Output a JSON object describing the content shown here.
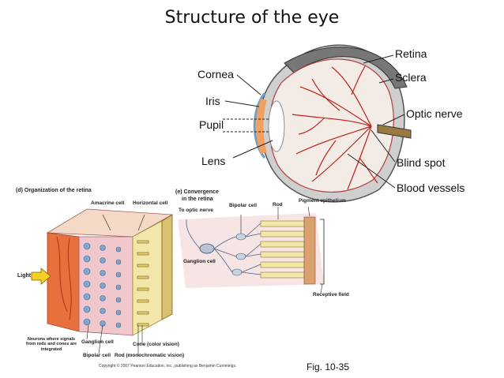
{
  "title": "Structure of the eye",
  "eye_diagram": {
    "labels": {
      "cornea": "Cornea",
      "iris": "Iris",
      "pupil": "Pupil",
      "lens": "Lens",
      "retina": "Retina",
      "sclera": "Sclera",
      "optic_nerve": "Optic nerve",
      "blind_spot": "Blind spot",
      "blood_vessels": "Blood vessels"
    }
  },
  "retina_panel": {
    "title": "(d) Organization of the retina",
    "labels": {
      "amacrine": "Amacrine cell",
      "horizontal": "Horizontal cell",
      "light": "Light",
      "neurons_note": "Neurons where signals from rods and cones are integrated",
      "ganglion": "Ganglion cell",
      "bipolar": "Bipolar cell",
      "cone": "Cone (color vision)",
      "rod": "Rod (monochromatic vision)"
    }
  },
  "convergence_panel": {
    "title_line1": "(e) Convergence",
    "title_line2": "in the retina",
    "labels": {
      "to_optic": "To optic nerve",
      "bipolar": "Bipolar cell",
      "rod": "Rod",
      "pigment": "Pigment epithelium",
      "ganglion": "Ganglion cell",
      "receptive": "Receptive field"
    }
  },
  "copyright": "Copyright © 2007 Pearson Education, Inc., publishing as Benjamin Cummings.",
  "figure_number": "Fig. 10-35",
  "colors": {
    "iris": "#f0a060",
    "retina_red": "#c0201a",
    "sclera_gray": "#b8b8b8",
    "layer_orange": "#e8703c",
    "layer_pink": "#f0c8cc",
    "cell_blue": "#7fa6c8",
    "rod_yellow": "#f2e6a8",
    "convergence_bg": "#f7e4e4"
  }
}
